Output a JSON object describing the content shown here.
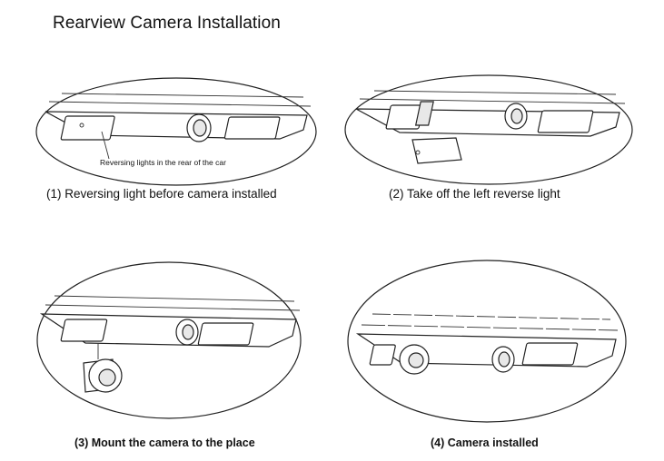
{
  "title": "Rearview Camera Installation",
  "steps": [
    {
      "caption": "(1) Reversing light before camera installed",
      "annotation": "Reversing lights in the rear of the car"
    },
    {
      "caption": "(2) Take off the left reverse light"
    },
    {
      "caption": "(3) Mount the camera to the place"
    },
    {
      "caption": "(4) Camera installed"
    }
  ]
}
